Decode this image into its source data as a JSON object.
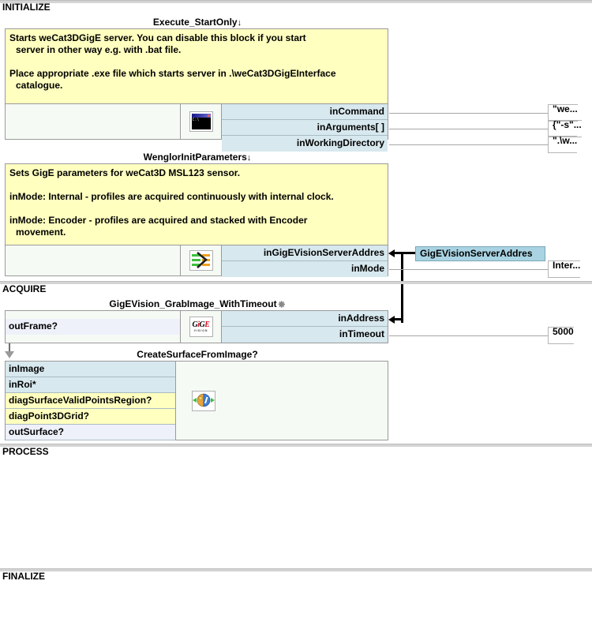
{
  "sections": [
    {
      "label": "INITIALIZE"
    },
    {
      "label": "ACQUIRE"
    },
    {
      "label": "PROCESS"
    },
    {
      "label": "FINALIZE"
    }
  ],
  "blocks": {
    "execute_startonly": {
      "title": "Execute_StartOnly",
      "marker": "↓",
      "icon": "console-icon",
      "comment": [
        "Starts weCat3DGigE server. You can disable this block if you start",
        "server in other way e.g. with .bat file.",
        "",
        "Place appropriate .exe file which starts server in .\\weCat3DGigEInterface",
        "catalogue."
      ],
      "inputs": [
        {
          "name": "inCommand",
          "value": "\"we..."
        },
        {
          "name": "inArguments[ ]",
          "value": "{\"-s\"..."
        },
        {
          "name": "inWorkingDirectory",
          "value": "\".\\w..."
        }
      ],
      "outputs": []
    },
    "wenglor_init": {
      "title": "WenglorInitParameters",
      "marker": "↓",
      "icon": "arrows-icon",
      "comment": [
        "Sets GigE parameters for weCat3D MSL123 sensor.",
        "",
        "inMode: Internal - profiles are acquired continuously with internal clock.",
        "",
        "inMode: Encoder - profiles are acquired and stacked with Encoder",
        "movement."
      ],
      "inputs": [
        {
          "name": "inGigEVisionServerAddres",
          "value": ""
        },
        {
          "name": "inMode",
          "value": "Inter..."
        }
      ],
      "outputs": []
    },
    "gigevision_grab": {
      "title": "GigEVision_GrabImage_WithTimeout",
      "marker": "gear-icon",
      "icon": "gigevision-icon",
      "comment": [],
      "inputs": [
        {
          "name": "inAddress",
          "value": ""
        },
        {
          "name": "inTimeout",
          "value": "5000"
        }
      ],
      "outputs": [
        {
          "name": "outFrame?"
        }
      ]
    },
    "create_surface": {
      "title": "CreateSurfaceFromImage?",
      "marker": "",
      "icon": "surface-icon",
      "comment": [],
      "inputs": [],
      "ports": [
        {
          "name": "inImage",
          "kind": "in"
        },
        {
          "name": "inRoi*",
          "kind": "in"
        },
        {
          "name": "diagSurfaceValidPointsRegion?",
          "kind": "diag"
        },
        {
          "name": "diagPoint3DGrid?",
          "kind": "diag"
        },
        {
          "name": "outSurface?",
          "kind": "out"
        }
      ]
    }
  },
  "global_parameters": [
    {
      "name": "GigEVisionServerAddres"
    }
  ],
  "colors": {
    "input_port": "#d7e8ee",
    "output_port": "#eef0fa",
    "diag_port": "#ffffc0",
    "comment_bg": "#ffffc0",
    "block_bg": "#f5faf5",
    "chip_bg": "#a9d3e2",
    "section_rule": "#d4d4d4",
    "connector": "#000000"
  }
}
